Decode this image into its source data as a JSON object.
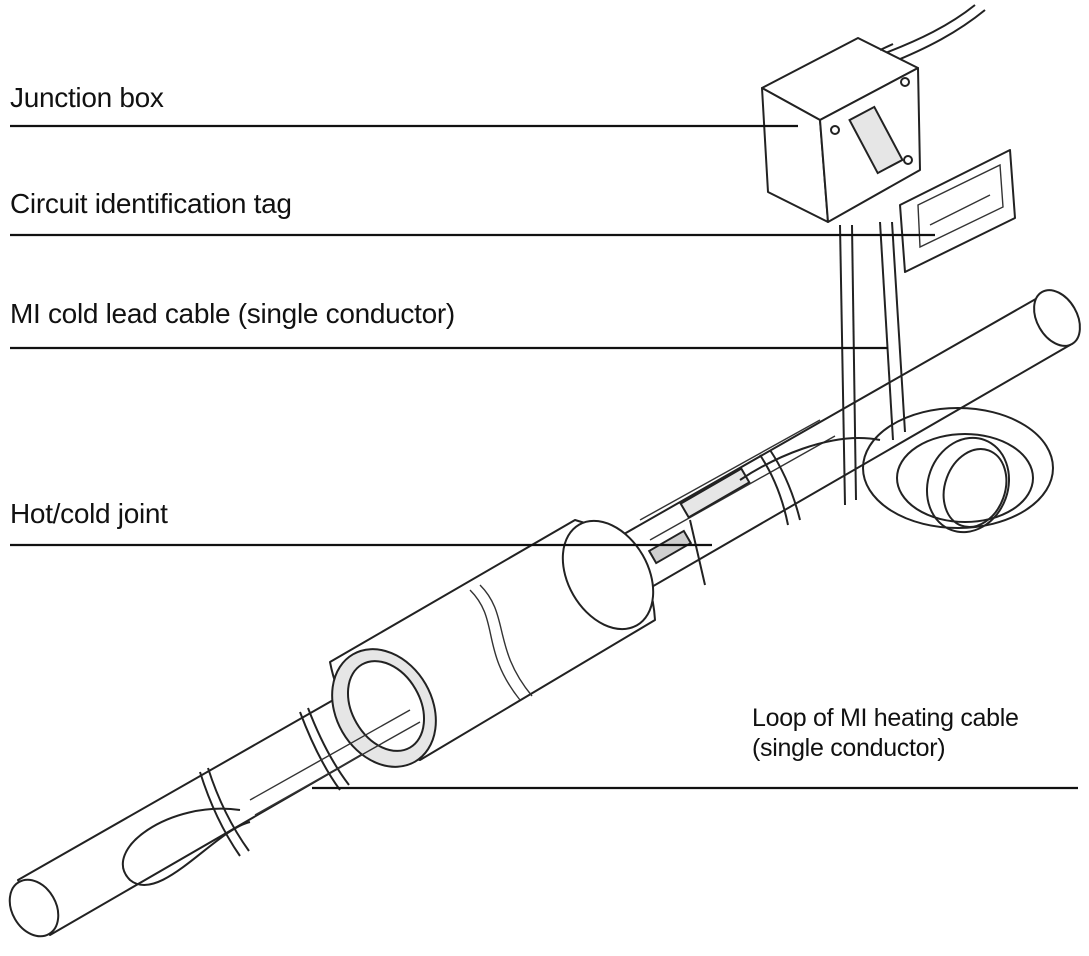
{
  "labels": {
    "junction_box": "Junction box",
    "circuit_tag": "Circuit identification tag",
    "mi_cold_lead": "MI cold lead cable (single conductor)",
    "hot_cold_joint": "Hot/cold joint",
    "loop_line1": "Loop of MI heating cable",
    "loop_line2": "(single conductor)"
  },
  "colors": {
    "ink": "#222222",
    "background": "#ffffff"
  }
}
